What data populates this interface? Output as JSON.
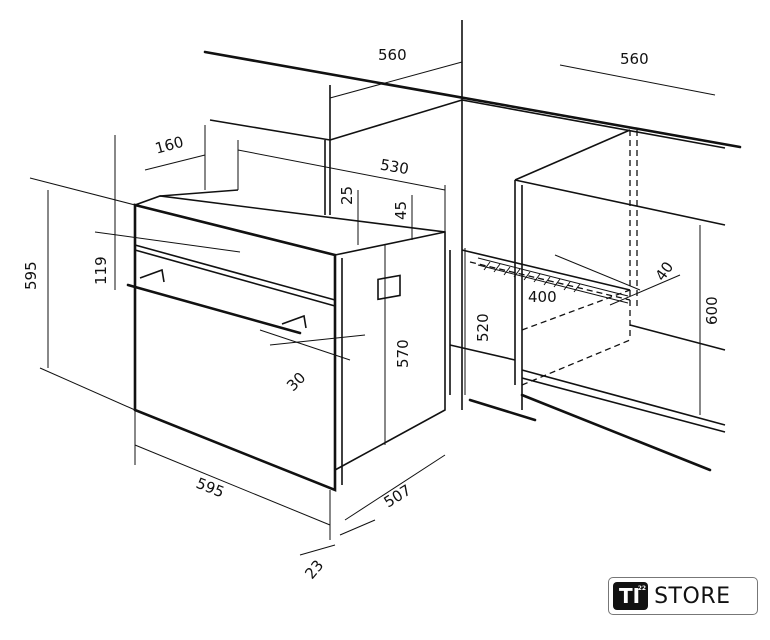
{
  "dimensions": {
    "cabinet_depth_left": "560",
    "cabinet_depth_right": "560",
    "handle_offset": "160",
    "oven_depth_top": "530",
    "top_gap": "25",
    "top_recess": "45",
    "oven_height": "595",
    "panel_height": "119",
    "niche_height_low": "520",
    "body_height": "570",
    "niche_height": "600",
    "vent_width": "400",
    "vent_depth": "40",
    "handle_depth": "30",
    "oven_width": "595",
    "body_depth": "507",
    "front_thickness": "23"
  },
  "logo": {
    "mark": "TI",
    "superscript": "22",
    "text": "STORE"
  }
}
